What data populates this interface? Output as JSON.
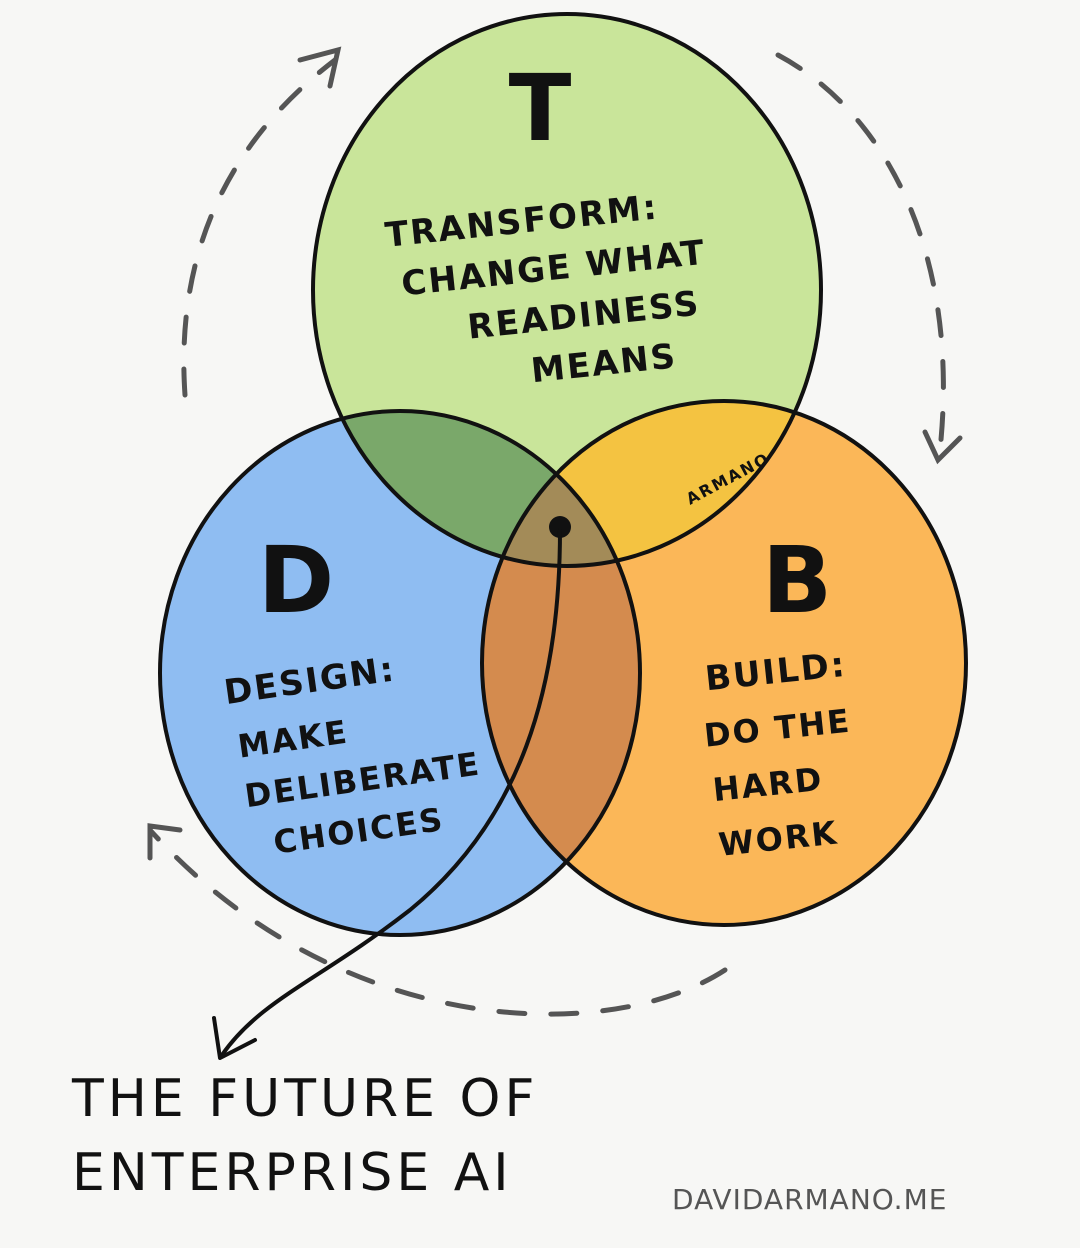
{
  "diagram": {
    "circles": {
      "top": {
        "letter": "T",
        "label": [
          "TRANSFORM:",
          "CHANGE WHAT",
          "READINESS",
          "MEANS"
        ],
        "color": "#c9e59a"
      },
      "left": {
        "letter": "D",
        "label": [
          "DESIGN:",
          "MAKE",
          "DELIBERATE",
          "CHOICES"
        ],
        "color": "#8fbdf2"
      },
      "right": {
        "letter": "B",
        "label": [
          "BUILD:",
          "DO THE",
          "HARD",
          "WORK"
        ],
        "color": "#fbb758"
      }
    },
    "overlap_colors": {
      "top_left": "#7aa86a",
      "top_right": "#f4c341",
      "left_right": "#d48b4e",
      "center": "#a38b58"
    },
    "signature_small": "ARMANO",
    "caption": [
      "THE FUTURE OF",
      "ENTERPRISE AI"
    ],
    "footer_signature": "DAVIDARMANO.ME"
  }
}
